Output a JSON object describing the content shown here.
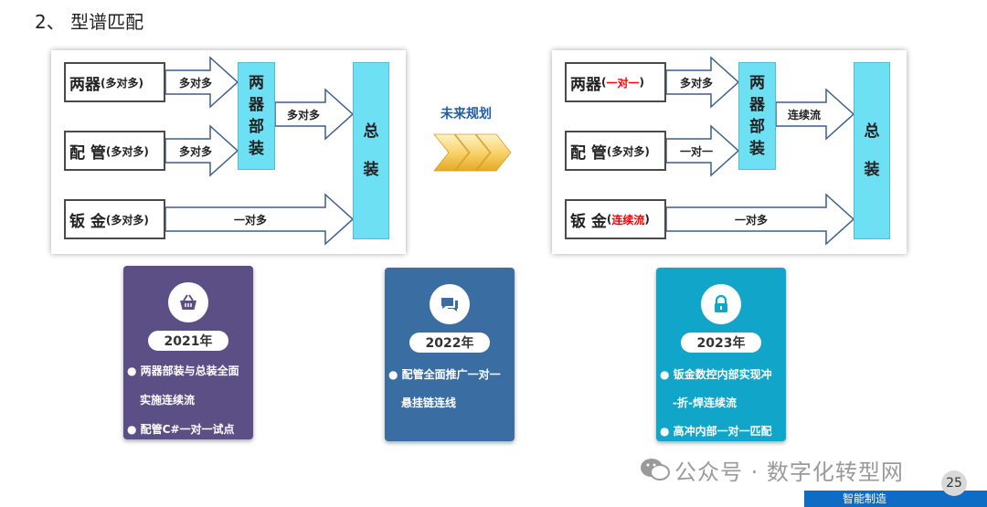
{
  "title": "2、 型谱匹配",
  "left_panel": {
    "sources": [
      {
        "name": "两器",
        "paren": "(多对多)",
        "arrow": "多对多"
      },
      {
        "name": "配 管",
        "paren": "(多对多)",
        "arrow": "多对多"
      },
      {
        "name": "钣 金",
        "paren": "(多对多)",
        "arrow": "一对多"
      }
    ],
    "mid": "两器部装",
    "mid_arrow": "多对多",
    "final": "总装"
  },
  "center": {
    "label": "未来规划"
  },
  "right_panel": {
    "sources": [
      {
        "name": "两器",
        "paren_pre": "(",
        "paren_hl": "一对一",
        "paren_post": ")",
        "arrow": "多对多"
      },
      {
        "name": "配 管",
        "paren_pre": "(多对多)",
        "paren_hl": "",
        "paren_post": "",
        "arrow": "一对一"
      },
      {
        "name": "钣 金",
        "paren_pre": "(",
        "paren_hl": "连续流",
        "paren_post": ")",
        "arrow": "一对多"
      }
    ],
    "mid": "两器部装",
    "mid_arrow": "连续流",
    "final": "总装"
  },
  "cards": [
    {
      "year": "2021年",
      "color": "#5c4f86",
      "icon": "basket-icon",
      "lines": [
        "● 两器部装与总装全面",
        "实施连续流",
        "● 配管C#一对一试点"
      ]
    },
    {
      "year": "2022年",
      "color": "#3a6ea3",
      "icon": "chat-icon",
      "lines": [
        "● 配管全面推广一对一",
        "悬挂链连线"
      ]
    },
    {
      "year": "2023年",
      "color": "#11a5c9",
      "icon": "lock-icon",
      "lines": [
        "● 钣金数控内部实现冲",
        "-折-焊连续流",
        "● 高冲内部一对一匹配"
      ]
    }
  ],
  "footer": {
    "watermark": "公众号 · 数字化转型网",
    "tag": "智能制造",
    "page": "25"
  },
  "colors": {
    "cyan": "#6ee0f4",
    "arrow_stroke": "#3a5e8c",
    "red": "#ff0000"
  }
}
